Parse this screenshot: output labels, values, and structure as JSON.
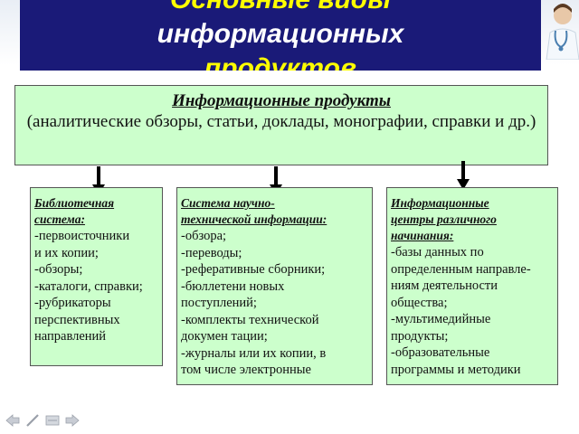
{
  "title": {
    "line1": "Основные виды",
    "line2": "информационных",
    "line3": "продуктов"
  },
  "main": {
    "title": "Информационные продукты",
    "subtitle": "(аналитические обзоры, статьи, доклады, монографии, справки и др.)"
  },
  "columns": [
    {
      "heading": [
        "Библиотечная",
        "система:"
      ],
      "lines": [
        "-первоисточники",
        " и их копии;",
        "-обзоры;",
        "-каталоги, справки;",
        "-рубрикаторы",
        " перспективных",
        " направлений"
      ]
    },
    {
      "heading": [
        "Система научно-",
        "технической информации:"
      ],
      "lines": [
        "-обзора;",
        "-переводы;",
        "-реферативные сборники;",
        "-бюллетени новых",
        "  поступлений;",
        "-комплекты технической",
        "докумен тации;",
        "-журналы или их  копии, в",
        "том числе электронные"
      ]
    },
    {
      "heading": [
        "Информационные",
        "центры различного",
        "начинания:"
      ],
      "lines": [
        "-базы данных по",
        "определенным направле-",
        "ниям деятельности",
        "общества;",
        "-мультимедийные",
        " продукты;",
        "-образовательные",
        " программы и методики"
      ]
    }
  ],
  "colors": {
    "title_bg": "#1a1a78",
    "title_text": "#ffff00",
    "box_fill": "#ccffcc",
    "arrow": "#000000"
  },
  "icons": [
    "doctor-illustration",
    "back-arrow-icon",
    "pen-icon",
    "menu-icon",
    "forward-arrow-icon"
  ]
}
